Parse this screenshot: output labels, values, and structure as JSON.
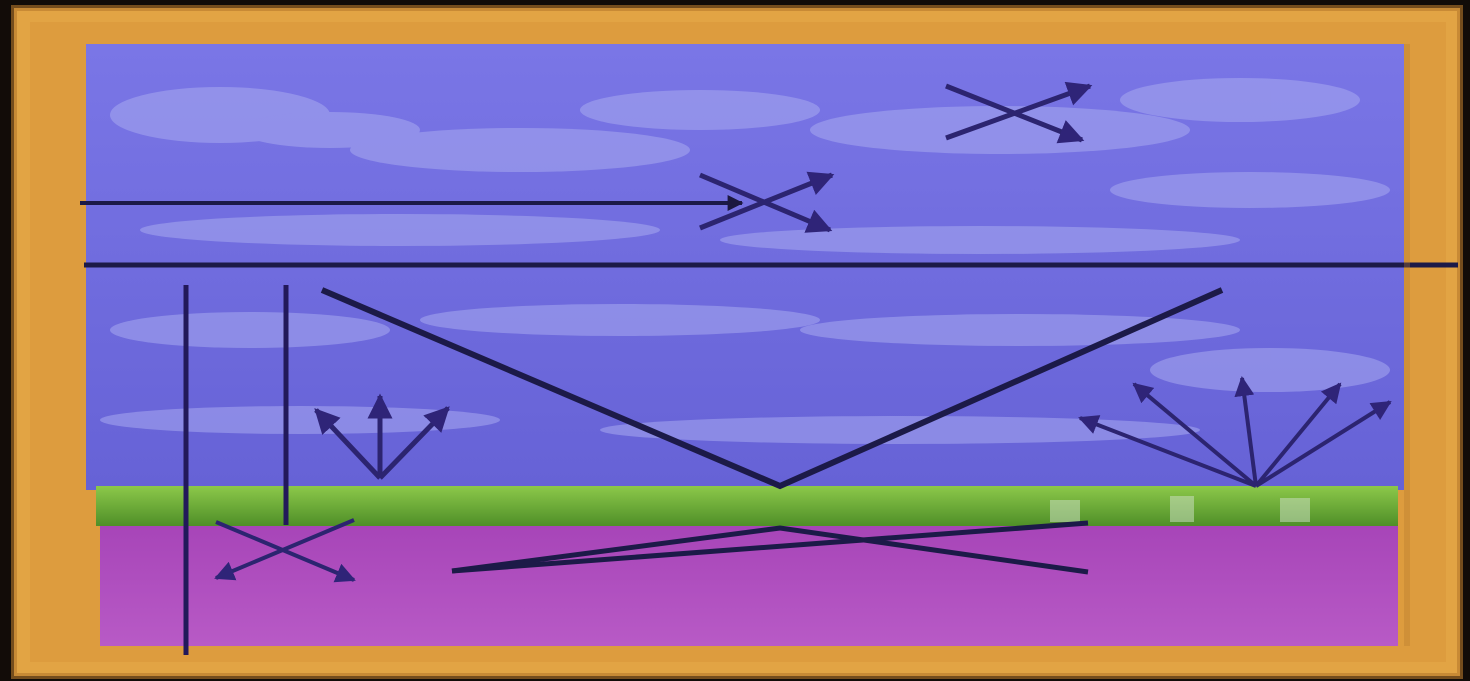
{
  "colors": {
    "outer_background": "#120c08",
    "frame_orange": "#e0a040",
    "frame_orange_dark": "#c98a33",
    "sky_upper": "#7470e0",
    "sky_lower": "#6a67d8",
    "cloud": "#a6a8ee",
    "grass": "#5fa030",
    "grass_light": "#8cc84a",
    "ground_magenta": "#b04ec0",
    "ground_magenta_dark": "#9a3faa",
    "line_dark": "#201846",
    "arrow_purple": "#3a2a88"
  },
  "scene": {
    "layers": [
      "orange-frame",
      "sky",
      "grass-strip",
      "magenta-ground"
    ],
    "markings": [
      "horizontal-arrow-to-cross",
      "upper-right-cross",
      "horizon-line",
      "left-vertical-lines",
      "v-reflection-lines",
      "lower-cross-in-ground",
      "flat-x-lines-in-ground",
      "left-fan-arrows",
      "right-fan-arrows"
    ]
  }
}
